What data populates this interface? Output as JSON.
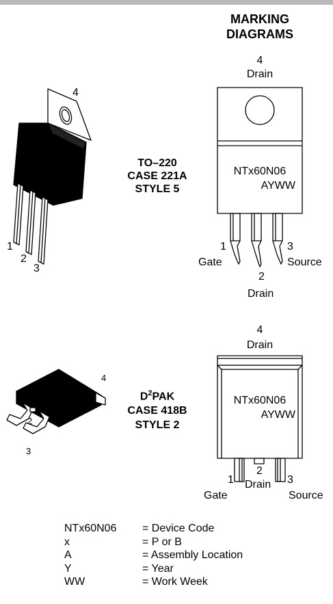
{
  "header": {
    "title_line1": "MARKING",
    "title_line2": "DIAGRAMS"
  },
  "to220": {
    "pkg_line1": "TO–220",
    "pkg_line2": "CASE 221A",
    "pkg_line3": "STYLE 5",
    "drawing_pin4": "4",
    "drawing_pin1": "1",
    "drawing_pin2": "2",
    "drawing_pin3": "3",
    "marking_top_num": "4",
    "marking_top_label": "Drain",
    "marking_line1": "NTx60N06",
    "marking_line2": "AYWW",
    "pin1_num": "1",
    "pin1_label": "Gate",
    "pin2_num": "2",
    "pin2_label": "Drain",
    "pin3_num": "3",
    "pin3_label": "Source"
  },
  "d2pak": {
    "pkg_line1_prefix": "D",
    "pkg_line1_sup": "2",
    "pkg_line1_suffix": "PAK",
    "pkg_line2": "CASE 418B",
    "pkg_line3": "STYLE 2",
    "drawing_pin4": "4",
    "drawing_pin2": "2",
    "drawing_pin3": "3",
    "marking_top_num": "4",
    "marking_top_label": "Drain",
    "marking_line1": "NTx60N06",
    "marking_line2": "AYWW",
    "pin1_num": "1",
    "pin1_label": "Gate",
    "pin2_num": "2",
    "pin2_label": "Drain",
    "pin3_num": "3",
    "pin3_label": "Source"
  },
  "legend": [
    {
      "code": "NTx60N06",
      "desc": "= Device Code"
    },
    {
      "code": "x",
      "desc": "= P or B"
    },
    {
      "code": "A",
      "desc": "= Assembly Location"
    },
    {
      "code": "Y",
      "desc": "= Year"
    },
    {
      "code": "WW",
      "desc": "= Work Week"
    }
  ]
}
